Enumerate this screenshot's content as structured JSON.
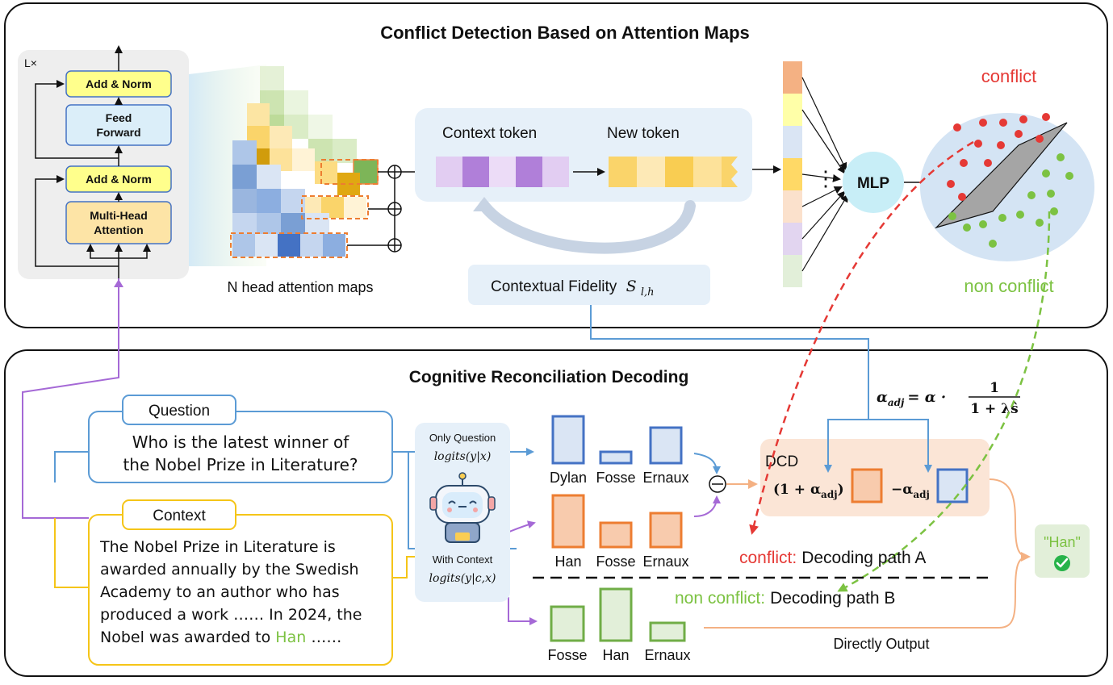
{
  "top_panel": {
    "title": "Conflict Detection Based on Attention Maps",
    "layer_count": "L×",
    "blocks": {
      "add_norm_top": "Add & Norm",
      "feed_forward_line1": "Feed",
      "feed_forward_line2": "Forward",
      "add_norm_bottom": "Add & Norm",
      "mha_line1": "Multi-Head",
      "mha_line2": "Attention"
    },
    "attention_caption": "N head attention maps",
    "context_token_label": "Context token",
    "new_token_label": "New token",
    "fidelity_label": "Contextual Fidelity",
    "fidelity_symbol": "S",
    "fidelity_sub": "l,h",
    "vector_dots": "⋮",
    "mlp_label": "MLP",
    "conflict_label": "conflict",
    "non_conflict_label": "non conflict"
  },
  "bottom_panel": {
    "title": "Cognitive Reconciliation Decoding",
    "question_tag": "Question",
    "question_line1": "Who is the latest winner of",
    "question_line2": "the Nobel Prize in Literature?",
    "context_tag": "Context",
    "context_lines": [
      "The Nobel Prize in Literature  is",
      "awarded annually by the Swedish",
      "Academy to an author who has",
      "produced a work …… In 2024, the"
    ],
    "context_last_prefix": "Nobel was awarded to ",
    "context_last_highlight": "Han",
    "context_last_suffix": " ……",
    "only_question_label": "Only Question",
    "only_question_logits": "logits(y|x)",
    "with_context_label": "With Context",
    "with_context_logits": "logits(y|c,x)",
    "bars_question": [
      "Dylan",
      "Fosse",
      "Ernaux"
    ],
    "bars_context": [
      "Han",
      "Fosse",
      "Ernaux"
    ],
    "bars_direct": [
      "Fosse",
      "Han",
      "Ernaux"
    ],
    "minus_symbol": "⊖",
    "alpha_formula_left": "α",
    "alpha_formula_sub": "adj",
    "alpha_formula_eq": "= α ·",
    "alpha_formula_num": "1",
    "alpha_formula_den": "1 + λŝ",
    "dcd_label": "DCD",
    "dcd_term1": "(1 + α",
    "dcd_term1_sub": "adj",
    "dcd_term1_close": ")",
    "dcd_term2": "−α",
    "dcd_term2_sub": "adj",
    "path_a_prefix": "conflict:",
    "path_a_text": "Decoding path A",
    "path_b_prefix": "non conflict:",
    "path_b_text": "Decoding path B",
    "direct_output": "Directly Output",
    "result_text": "\"Han\""
  },
  "colors": {
    "conflict_red": "#e53935",
    "non_conflict_green": "#7cc242",
    "question_blue": "#5b9bd5",
    "context_yellow": "#f5c518",
    "purple_arrow": "#a569d6",
    "orange_bar": "#ed7d31",
    "blue_bar": "#4472c4",
    "green_bar": "#70ad47"
  }
}
